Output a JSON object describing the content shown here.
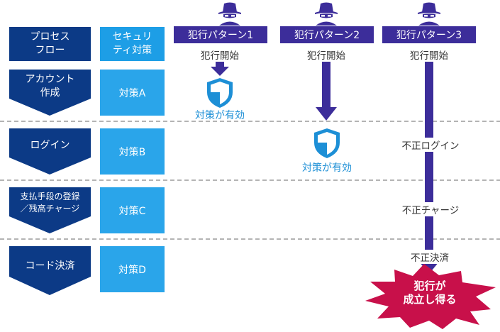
{
  "header": {
    "process_flow": "プロセス\nフロー",
    "security_measures": "セキュリ\nティ対策"
  },
  "process_steps": [
    {
      "label": "アカウント\n作成",
      "measure": "対策A"
    },
    {
      "label": "ログイン",
      "measure": "対策B"
    },
    {
      "label": "支払手段の登録\n／残高チャージ",
      "measure": "対策C"
    },
    {
      "label": "コード決済",
      "measure": "対策D"
    }
  ],
  "patterns": [
    {
      "name": "犯行パターン1",
      "start": "犯行開始",
      "outcome": "対策が有効"
    },
    {
      "name": "犯行パターン2",
      "start": "犯行開始",
      "outcome": "対策が有効"
    },
    {
      "name": "犯行パターン3",
      "start": "犯行開始",
      "steps": [
        "不正ログイン",
        "不正チャージ",
        "不正決済"
      ],
      "result": "犯行が\n成立し得る"
    }
  ],
  "icons": [
    "hacker-icon",
    "shield-check-icon"
  ],
  "colors": {
    "dark_blue": "#0c3a86",
    "light_blue": "#1d9ee6",
    "pattern_purple": "#3c2d9a",
    "shield_blue": "#1d8fd6",
    "burst_red": "#c8104a",
    "dashed_line": "#888888"
  }
}
